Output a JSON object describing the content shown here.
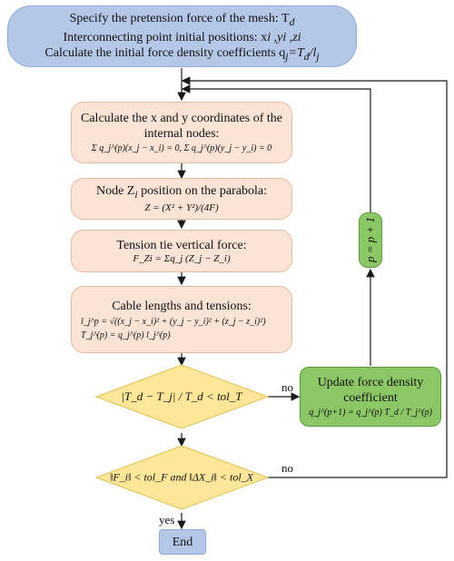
{
  "start": {
    "line1": "Specify the pretension force of the mesh: T",
    "line1_sub": "d",
    "line2": "Interconnecting point initial positions: x",
    "line2_rest": "i ,y",
    "line2_rest2": "i ,z",
    "line2_rest3": "i",
    "line3": "Calculate the initial force density coefficients q",
    "line3_rest": "j",
    "line3_rest2": "=T",
    "line3_rest3": "d",
    "line3_rest4": "/l",
    "line3_rest5": "j"
  },
  "step1": {
    "title": "Calculate the x and y coordinates of the internal nodes:",
    "formula": "Σ q_j^(p)(x_j − x_i) = 0,  Σ q_j^(p)(y_j − y_i) = 0"
  },
  "step2": {
    "title": "Node Z",
    "title_sub": "i",
    "title_rest": " position on the parabola:",
    "formula": "Z = (X² + Y²)/(4F)"
  },
  "step3": {
    "title": "Tension tie vertical force:",
    "formula": "F_Zi = Σq_j (Z_j − Z_i)"
  },
  "step4": {
    "title": "Cable lengths and tensions:",
    "formula1": "l_j^p = √((x_j − x_i)² + (y_j − y_i)² + (z_j − z_i)²)",
    "formula2": "T_j^(p) = q_j^(p) l_j^(p)"
  },
  "decision1": {
    "text": "|T_d − T_j| / T_d < tol_T"
  },
  "decision2": {
    "text": "‖F_i‖ < tol_F  and  ‖ΔX_i‖ < tol_X"
  },
  "update": {
    "title1": "Update force density",
    "title2": "coefficient",
    "formula": "q_j^(p+1) = q_j^(p) T_d / T_j^(p)"
  },
  "counter": {
    "text": "p = p + 1"
  },
  "labels": {
    "no1": "no",
    "no2": "no",
    "yes": "yes"
  },
  "end": {
    "label": "End"
  },
  "colors": {
    "start_fill": "#b4c7e7",
    "process_fill": "#fbe3d6",
    "decision_fill": "#ffe699",
    "update_fill": "#8cc765",
    "line": "#1a1a1a"
  }
}
